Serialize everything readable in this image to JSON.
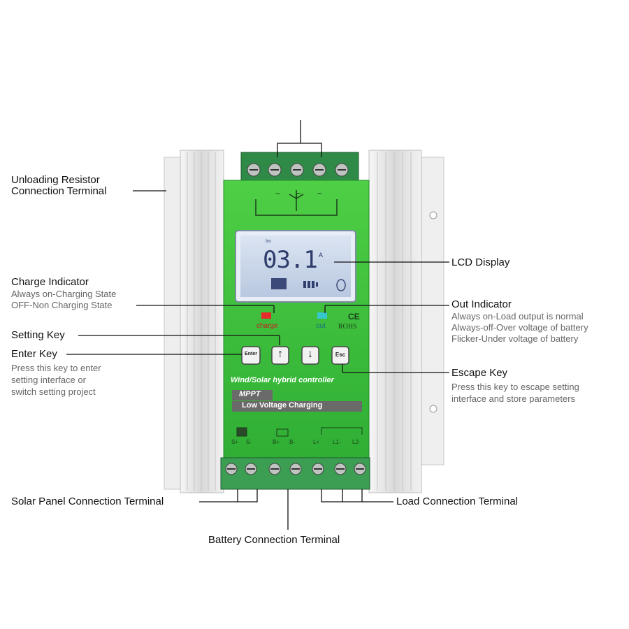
{
  "callouts": {
    "unloading": {
      "line1": "Unloading Resistor",
      "line2": "Connection Terminal"
    },
    "lcd": {
      "title": "LCD Display"
    },
    "charge": {
      "title": "Charge Indicator",
      "desc1": "Always on-Charging State",
      "desc2": "OFF-Non Charging State"
    },
    "out": {
      "title": "Out Indicator",
      "desc1": "Always on-Load output is normal",
      "desc2": "Always-off-Over voltage of battery",
      "desc3": "Flicker-Under voltage of battery"
    },
    "setting": {
      "title": "Setting Key"
    },
    "enter": {
      "title": "Enter Key",
      "desc1": "Press this key to enter",
      "desc2": "setting interface or",
      "desc3": "switch setting project"
    },
    "escape": {
      "title": "Escape Key",
      "desc1": "Press this key to escape setting",
      "desc2": "interface and store parameters"
    },
    "solar": {
      "title": "Solar Panel Connection Terminal"
    },
    "load": {
      "title": "Load Connection Terminal"
    },
    "battery": {
      "title": "Battery Connection Terminal"
    }
  },
  "device": {
    "lcd_reading": "03.1",
    "lcd_unit": "A",
    "lcd_small": "Im",
    "led_charge_label": "charge",
    "led_out_label": "out",
    "ce_mark": "CE",
    "rohs_mark": "ROHS",
    "keys": {
      "enter": "Enter",
      "up": "↑",
      "down": "↓",
      "esc": "Esc"
    },
    "banner_title": "Wind/Solar hybrid controller",
    "banner_mppt": "MPPT",
    "banner_low_voltage": "Low Voltage Charging",
    "terminal_labels": {
      "s_plus": "S+",
      "s_minus": "S-",
      "b_plus": "B+",
      "b_minus": "B-",
      "l_plus": "L+",
      "l1_minus": "L1-",
      "l2_minus": "L2-"
    },
    "wind_symbols": {
      "left": "~",
      "mid": "~",
      "right": "~"
    }
  },
  "colors": {
    "panel_green": "#3fbf3c",
    "terminal_green": "#3a9e4f",
    "lcd_blue": "#c9d6ea",
    "charge_led": "#e52b2b",
    "out_led": "#37c6c9",
    "aluminum": "#e8e8e8"
  }
}
